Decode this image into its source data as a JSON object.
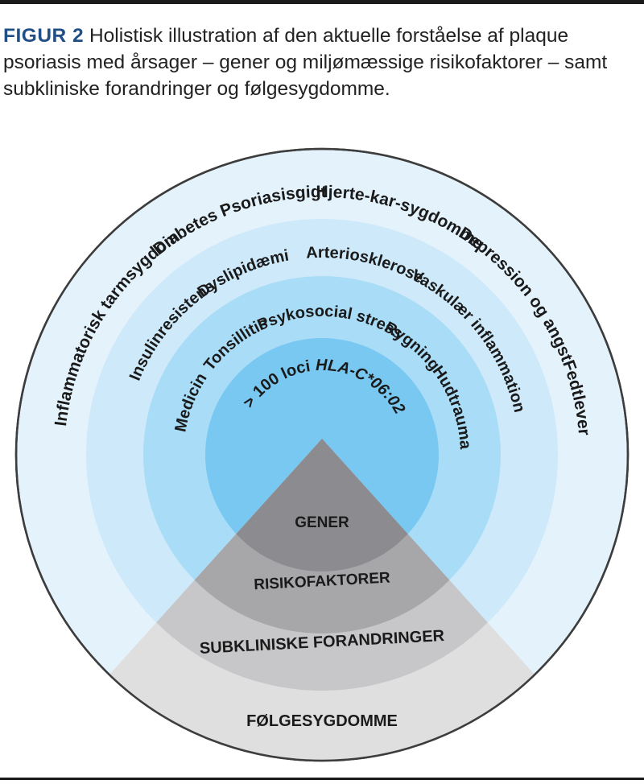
{
  "caption": {
    "label": "FIGUR 2",
    "text": "Holistisk illustration af den aktuelle forståelse af plaque psoriasis med årsager – gener og miljømæssige risikofaktorer – samt subkliniske forandringer og følgesygdomme."
  },
  "rings": {
    "outer": [
      "Inflammatorisk tarmsygdom",
      "Diabetes",
      "Psoriasisgigt",
      "Hjerte-kar-sygdomme",
      "Depression og angst",
      "Fedtlever"
    ],
    "third": [
      "Insulinresistens",
      "Dyslipidæmi",
      "Arteriosklerose",
      "Vaskulær inflammation"
    ],
    "second": [
      "Medicin",
      "Tonsillitis",
      "Psykosocial stress",
      "Rygning",
      "Hudtrauma"
    ],
    "inner": [
      "> 100 loci",
      "HLA-C*06:02"
    ]
  },
  "sectors": {
    "inner": "GENER",
    "second": "RISIKOFAKTORER",
    "third": "SUBKLINISKE FORANDRINGER",
    "outer": "FØLGESYGDOMME"
  },
  "colors": {
    "ring_outer": "#e4f2fc",
    "ring_third": "#cde9fa",
    "ring_second": "#a9dcf7",
    "ring_inner": "#79c8f1",
    "sector_outer": "#dfdfe0",
    "sector_third": "#c7c7c9",
    "sector_second": "#a7a7aa",
    "sector_inner": "#8c8c90",
    "label_blue": "#1f4f86"
  }
}
